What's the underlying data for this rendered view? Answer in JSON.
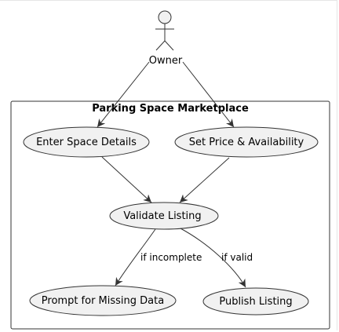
{
  "diagram": {
    "actor": {
      "label": "Owner"
    },
    "system": {
      "title": "Parking Space Marketplace"
    },
    "use_cases": {
      "enter_details": "Enter Space Details",
      "set_price": "Set Price & Availability",
      "validate": "Validate Listing",
      "prompt_missing": "Prompt for Missing Data",
      "publish": "Publish Listing"
    },
    "edge_labels": {
      "incomplete": "if incomplete",
      "valid": "if valid"
    }
  }
}
